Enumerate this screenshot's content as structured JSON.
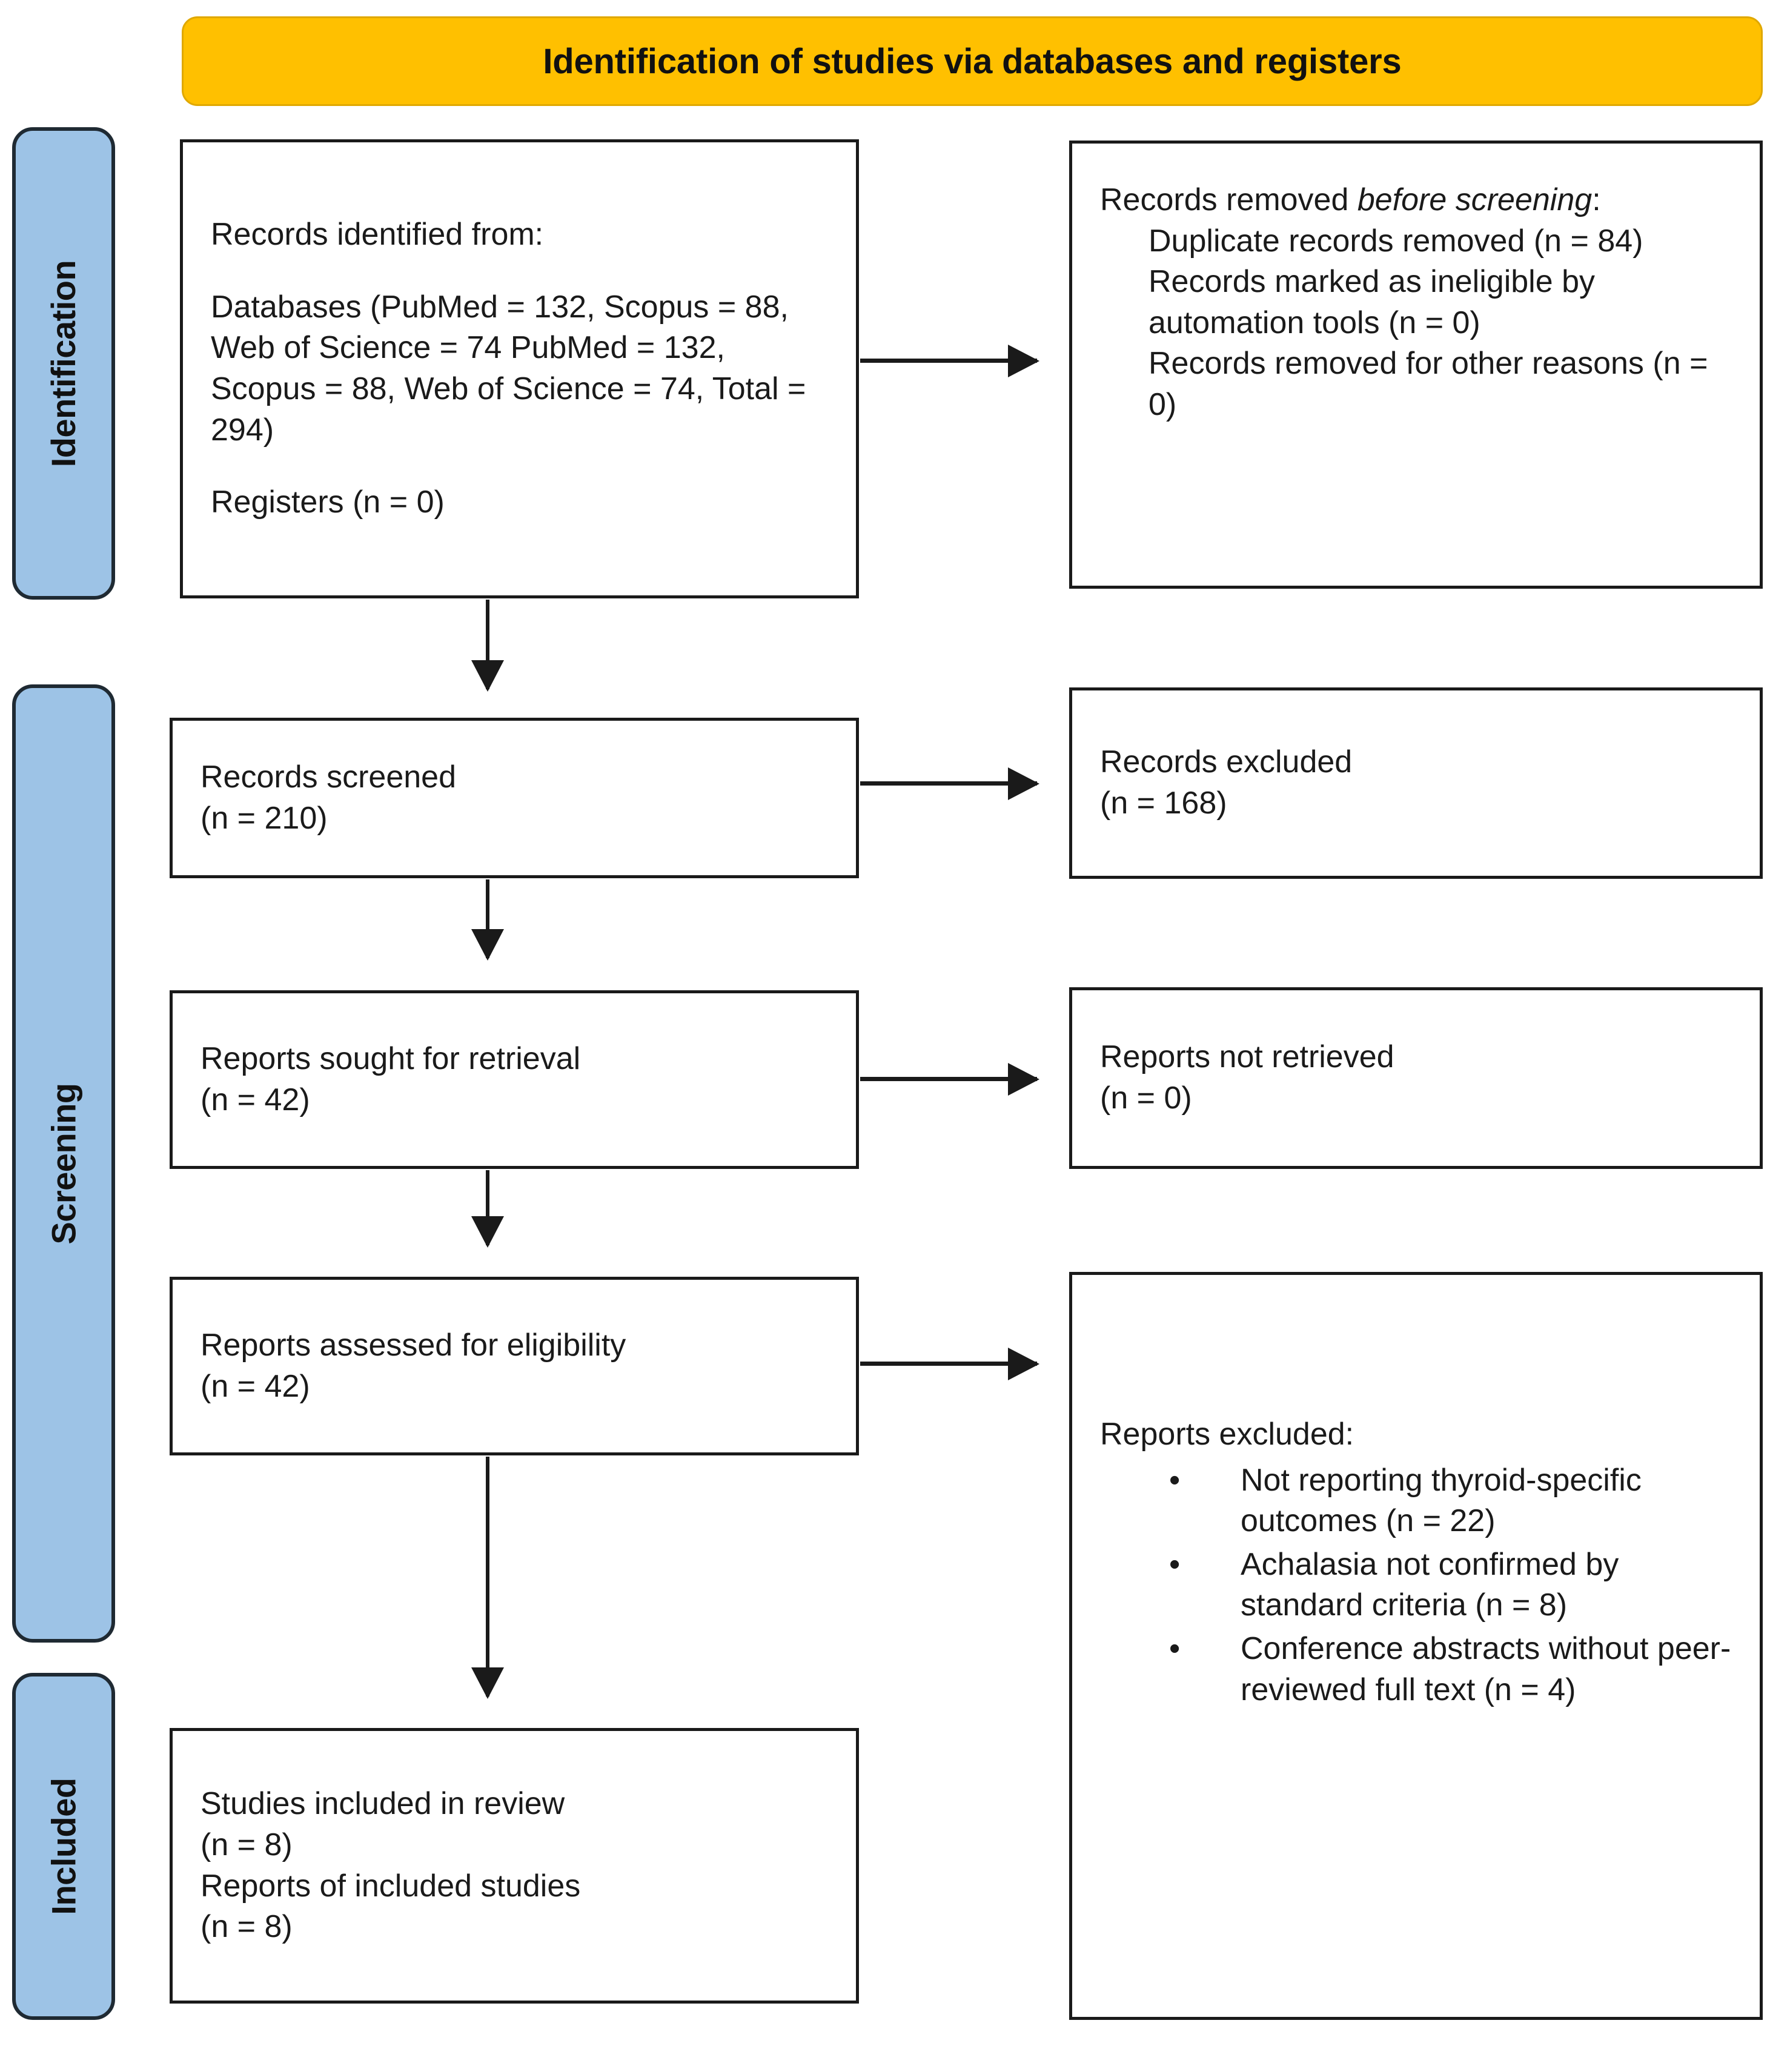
{
  "header": {
    "title": "Identification of studies via databases and registers",
    "bg_color": "#FFC000"
  },
  "stages": [
    {
      "id": "identification",
      "label": "Identification"
    },
    {
      "id": "screening",
      "label": "Screening"
    },
    {
      "id": "included",
      "label": "Included"
    }
  ],
  "stage_color": "#9DC3E6",
  "boxes": {
    "identified": {
      "lead": "Records identified from:",
      "databases": "Databases (PubMed = 132, Scopus = 88, Web of Science = 74 PubMed = 132, Scopus = 88, Web of Science = 74, Total = 294)",
      "registers": "Registers (n = 0)"
    },
    "removed_before_screening": {
      "lead_plain": "Records removed ",
      "lead_italic": "before screening",
      "lead_colon": ":",
      "items": [
        "Duplicate records removed (n = 84)",
        "Records marked as ineligible by automation tools (n = 0)",
        "Records removed for other reasons (n = 0)"
      ]
    },
    "screened": {
      "label": "Records screened",
      "count": "(n = 210)"
    },
    "excluded_records": {
      "label": "Records excluded",
      "count": "(n = 168)"
    },
    "sought_for_retrieval": {
      "label": "Reports sought for retrieval",
      "count": "(n = 42)"
    },
    "not_retrieved": {
      "label": "Reports not retrieved",
      "count": "(n = 0)"
    },
    "assessed_for_eligibility": {
      "label": "Reports assessed for eligibility",
      "count": "(n = 42)"
    },
    "reports_excluded": {
      "lead": "Reports excluded:",
      "reasons": [
        "Not reporting thyroid-specific outcomes (n = 22)",
        "Achalasia not confirmed by standard criteria (n = 8)",
        "Conference abstracts without peer-reviewed full text (n = 4)"
      ],
      "bullet_glyph": "•"
    },
    "studies_included": {
      "studies_label": "Studies included in review",
      "studies_count": "(n = 8)",
      "reports_label": "Reports of included studies",
      "reports_count": "(n = 8)"
    }
  },
  "chart_data": {
    "type": "diagram",
    "title": "Identification of studies via databases and registers",
    "flow": [
      {
        "stage": "Identification",
        "node": "Records identified from databases",
        "n": 294,
        "sources": {
          "PubMed": 132,
          "Scopus": 88,
          "Web of Science": 74
        }
      },
      {
        "stage": "Identification",
        "node": "Registers",
        "n": 0
      },
      {
        "stage": "Identification",
        "node": "Duplicate records removed",
        "n": 84
      },
      {
        "stage": "Identification",
        "node": "Records marked as ineligible by automation tools",
        "n": 0
      },
      {
        "stage": "Identification",
        "node": "Records removed for other reasons",
        "n": 0
      },
      {
        "stage": "Screening",
        "node": "Records screened",
        "n": 210
      },
      {
        "stage": "Screening",
        "node": "Records excluded",
        "n": 168
      },
      {
        "stage": "Screening",
        "node": "Reports sought for retrieval",
        "n": 42
      },
      {
        "stage": "Screening",
        "node": "Reports not retrieved",
        "n": 0
      },
      {
        "stage": "Screening",
        "node": "Reports assessed for eligibility",
        "n": 42
      },
      {
        "stage": "Screening",
        "node": "Not reporting thyroid-specific outcomes",
        "n": 22
      },
      {
        "stage": "Screening",
        "node": "Achalasia not confirmed by standard criteria",
        "n": 8
      },
      {
        "stage": "Screening",
        "node": "Conference abstracts without peer-reviewed full text",
        "n": 4
      },
      {
        "stage": "Included",
        "node": "Studies included in review",
        "n": 8
      },
      {
        "stage": "Included",
        "node": "Reports of included studies",
        "n": 8
      }
    ]
  }
}
